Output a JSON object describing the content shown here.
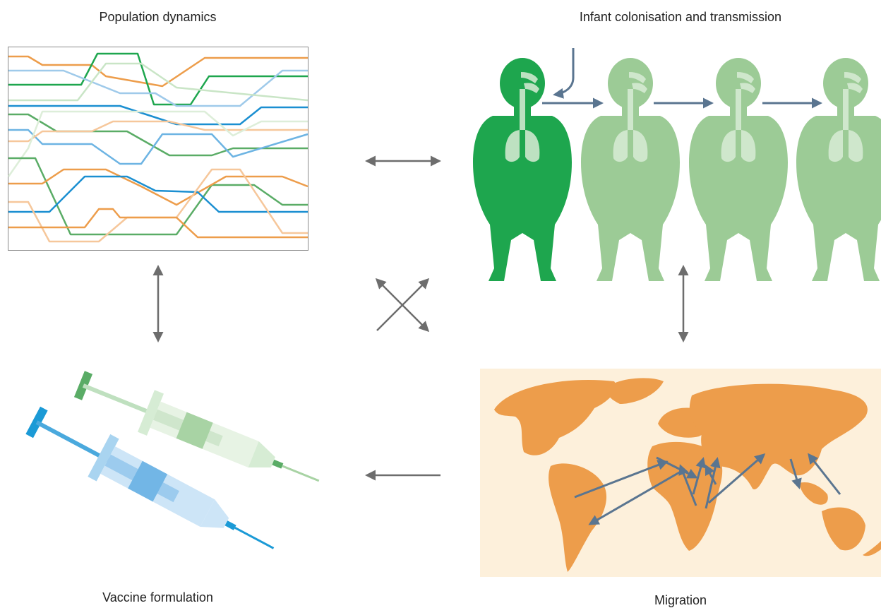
{
  "captions": {
    "population_dynamics": "Population dynamics",
    "infant_colonisation": "Infant colonisation and transmission",
    "vaccine_formulation": "Vaccine formulation",
    "migration": "Migration"
  },
  "colors": {
    "arrow_grey": "#6d6d6d",
    "transmission_arrow": "#5a7590",
    "infant_dark": "#1ea64e",
    "infant_light": "#9ccb96",
    "map_land": "#ed9d4b",
    "map_ocean": "#fdf0db",
    "syringe_green": "#5aac66",
    "syringe_blue": "#1b9ad6"
  },
  "icons": [
    "bidirectional-arrow",
    "cross-arrows",
    "infant-silhouette",
    "syringe",
    "world-map"
  ]
}
